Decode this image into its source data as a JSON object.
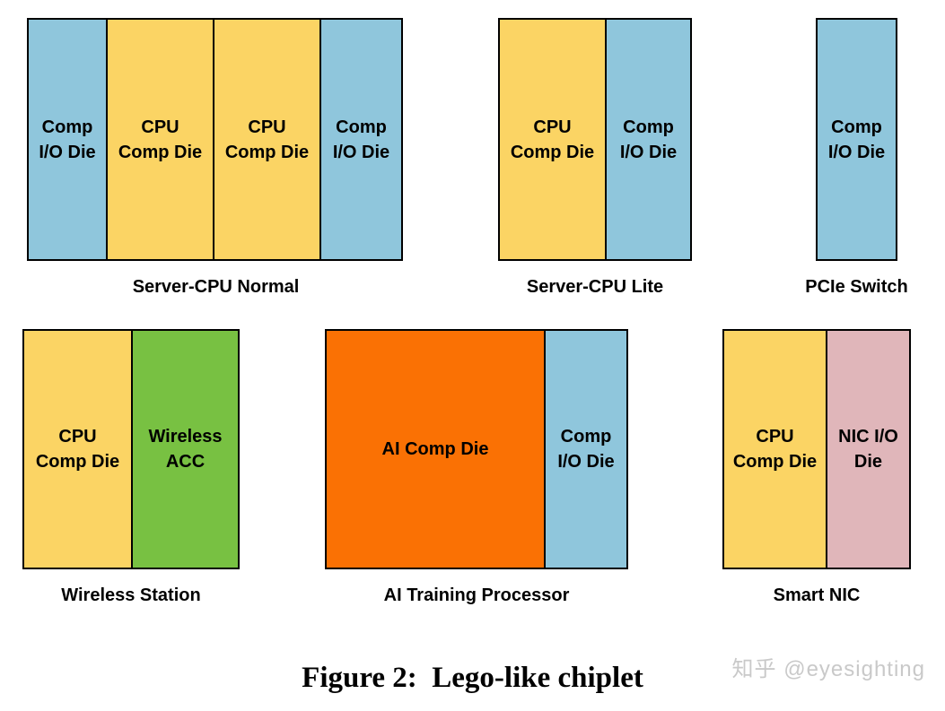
{
  "caption": "Figure 2:  Lego-like chiplet",
  "watermark": "知乎 @eyesighting",
  "colors": {
    "comp_io_die": "#8fc6dc",
    "cpu_comp_die": "#fbd464",
    "wireless_acc": "#78c142",
    "ai_comp_die": "#fa7104",
    "nic_io_die": "#e0b6ba",
    "border": "#000000",
    "text": "#000000"
  },
  "groups": [
    {
      "label": "Server-CPU Normal",
      "dies": [
        {
          "text": "Comp\nI/O Die",
          "type": "comp_io_die"
        },
        {
          "text": "CPU\nComp Die",
          "type": "cpu_comp_die"
        },
        {
          "text": "CPU\nComp Die",
          "type": "cpu_comp_die"
        },
        {
          "text": "Comp\nI/O Die",
          "type": "comp_io_die"
        }
      ]
    },
    {
      "label": "Server-CPU Lite",
      "dies": [
        {
          "text": "CPU\nComp Die",
          "type": "cpu_comp_die"
        },
        {
          "text": "Comp\nI/O Die",
          "type": "comp_io_die"
        }
      ]
    },
    {
      "label": "PCIe Switch",
      "dies": [
        {
          "text": "Comp\nI/O Die",
          "type": "comp_io_die"
        }
      ]
    },
    {
      "label": "Wireless Station",
      "dies": [
        {
          "text": "CPU\nComp Die",
          "type": "cpu_comp_die"
        },
        {
          "text": "Wireless\nACC",
          "type": "wireless_acc"
        }
      ]
    },
    {
      "label": "AI Training Processor",
      "dies": [
        {
          "text": "AI Comp Die",
          "type": "ai_comp_die"
        },
        {
          "text": "Comp\nI/O Die",
          "type": "comp_io_die"
        }
      ]
    },
    {
      "label": "Smart NIC",
      "dies": [
        {
          "text": "CPU\nComp Die",
          "type": "cpu_comp_die"
        },
        {
          "text": "NIC I/O\nDie",
          "type": "nic_io_die"
        }
      ]
    }
  ]
}
